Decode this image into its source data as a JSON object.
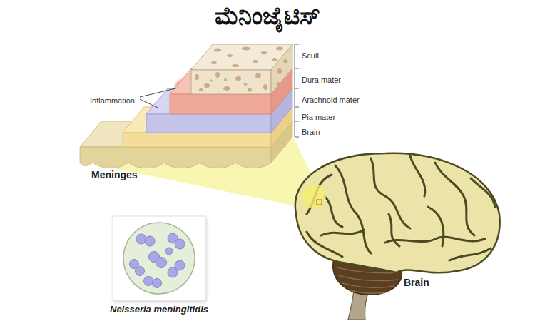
{
  "diagram": {
    "title": "ಮೆನಿಂಜೈಟಿಸ್",
    "labels": [
      "Inflammation",
      "Scull",
      "Dura mater",
      "Arachnoid mater",
      "Pia mater",
      "Brain",
      "Meninges",
      "Neisseria meningitidis",
      "Brain"
    ]
  }
}
